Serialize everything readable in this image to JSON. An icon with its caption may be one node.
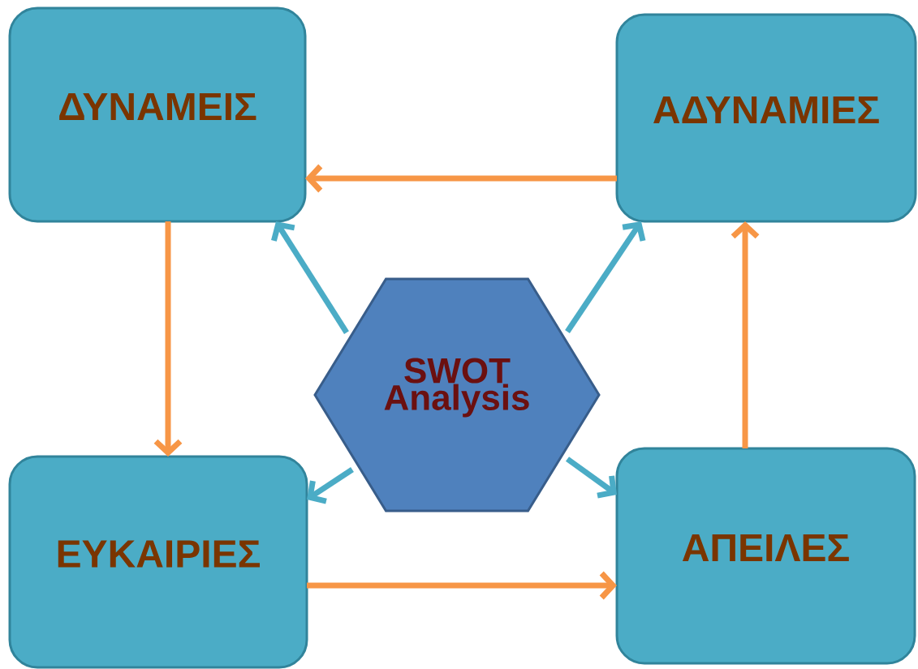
{
  "diagram": {
    "nodes": [
      {
        "text": [
          "ΔΥΝΑΜΕΙΣ"
        ]
      },
      {
        "text": [
          "ΑΔΥΝΑΜΙΕΣ"
        ]
      },
      {
        "text": [
          "SWOT Analysis"
        ]
      },
      {
        "text": [
          "ΕΥΚΑΙΡΙΕΣ"
        ]
      },
      {
        "text": [
          "ΑΠΕΙΛΕΣ"
        ]
      }
    ],
    "edges": [
      {
        "from": 1,
        "to": 0,
        "arrow": "to",
        "color": "#f79646"
      },
      {
        "from": 0,
        "to": 3,
        "arrow": "to",
        "color": "#f79646"
      },
      {
        "from": 3,
        "to": 4,
        "arrow": "to",
        "color": "#f79646"
      },
      {
        "from": 4,
        "to": 1,
        "arrow": "to",
        "color": "#f79646"
      },
      {
        "from": 2,
        "to": 0,
        "arrow": "to",
        "color": "#4bacc6"
      },
      {
        "from": 2,
        "to": 1,
        "arrow": "to",
        "color": "#4bacc6"
      },
      {
        "from": 2,
        "to": 3,
        "arrow": "to",
        "color": "#4bacc6"
      },
      {
        "from": 2,
        "to": 4,
        "arrow": "to",
        "color": "#4bacc6"
      }
    ]
  }
}
